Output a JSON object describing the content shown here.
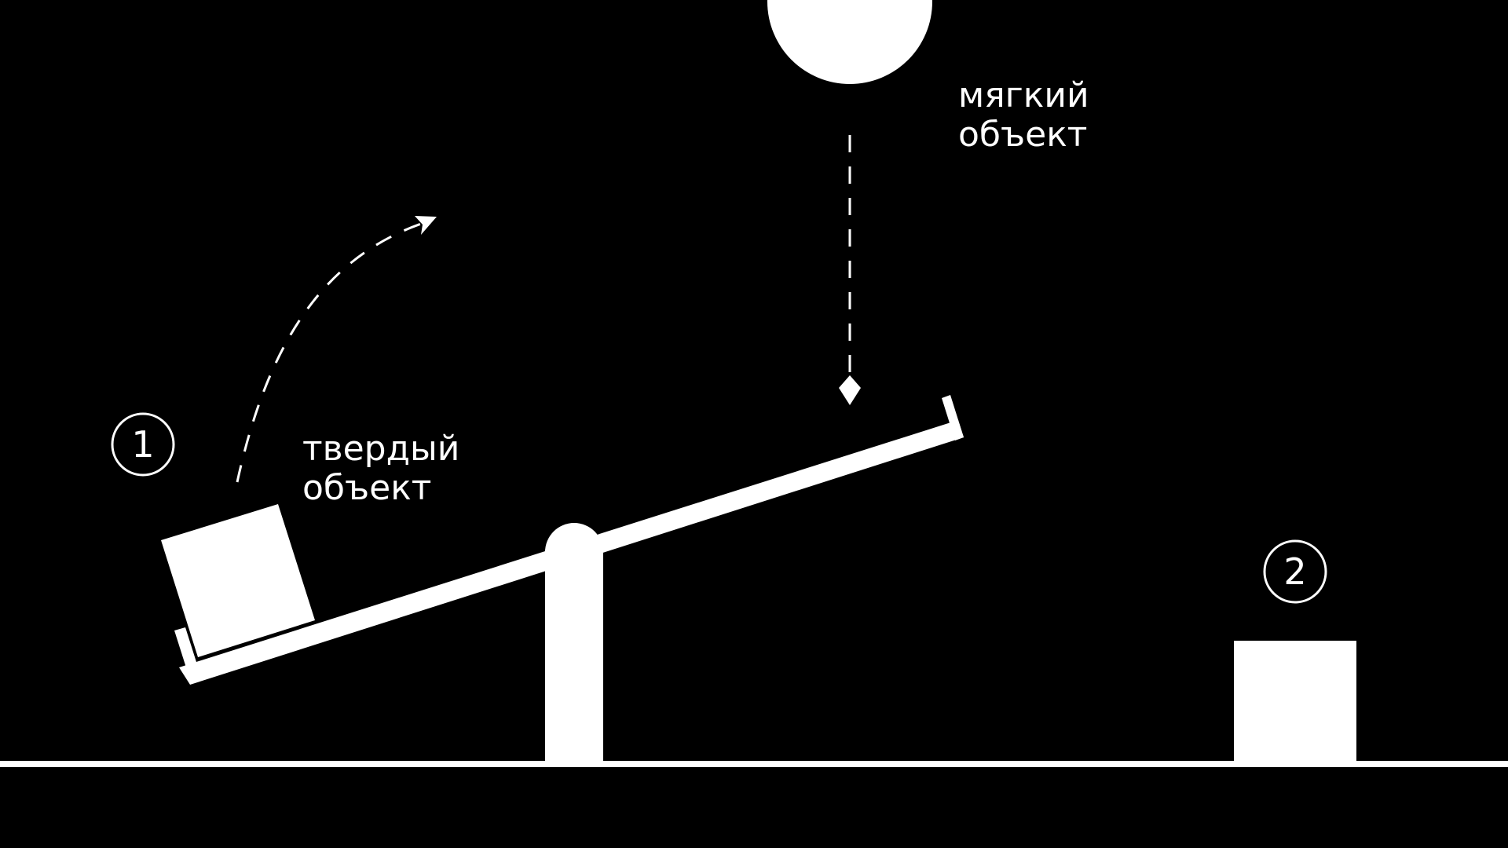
{
  "colors": {
    "background": "#000000",
    "foreground": "#ffffff"
  },
  "labels": {
    "soft_object": [
      "мягкий",
      "объект"
    ],
    "hard_object": [
      "твердый",
      "объект"
    ]
  },
  "markers": {
    "step_1": "1",
    "step_2": "2"
  },
  "icons": {
    "step_1_marker": "circled-number",
    "step_2_marker": "circled-number",
    "fall_arrow": "dashed-arrow-down",
    "launch_arrow": "dashed-arrow-curved-up"
  }
}
